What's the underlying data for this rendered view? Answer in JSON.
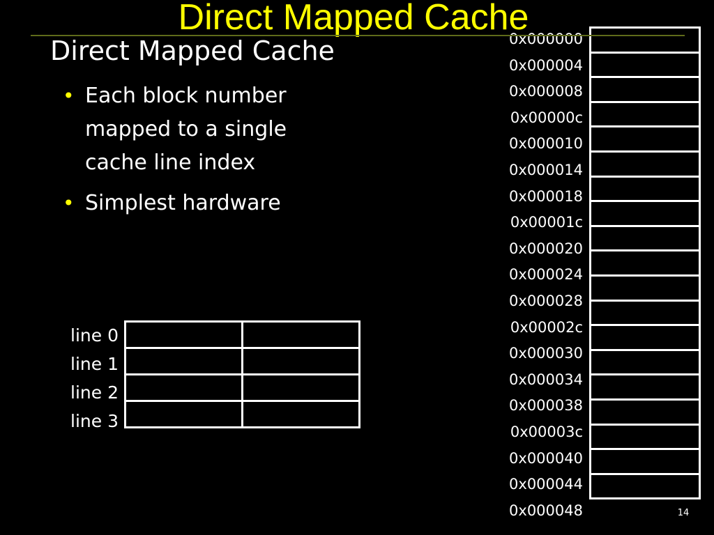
{
  "slide": {
    "title": "Direct Mapped Cache",
    "heading": "Direct Mapped Cache",
    "bullets": [
      "Each block number mapped to a single cache line index",
      "Simplest hardware"
    ],
    "page_number": "14"
  },
  "colors": {
    "background": "#000000",
    "title": "#ffff00",
    "text": "#ffffff",
    "bullet": "#ffff00",
    "rule": "#5f6b1a"
  },
  "cache": {
    "lines": [
      "line 0",
      "line 1",
      "line 2",
      "line 3"
    ]
  },
  "memory": {
    "addresses": [
      "0x000000",
      "0x000004",
      "0x000008",
      "0x00000c",
      "0x000010",
      "0x000014",
      "0x000018",
      "0x00001c",
      "0x000020",
      "0x000024",
      "0x000028",
      "0x00002c",
      "0x000030",
      "0x000034",
      "0x000038",
      "0x00003c",
      "0x000040",
      "0x000044",
      "0x000048"
    ]
  }
}
